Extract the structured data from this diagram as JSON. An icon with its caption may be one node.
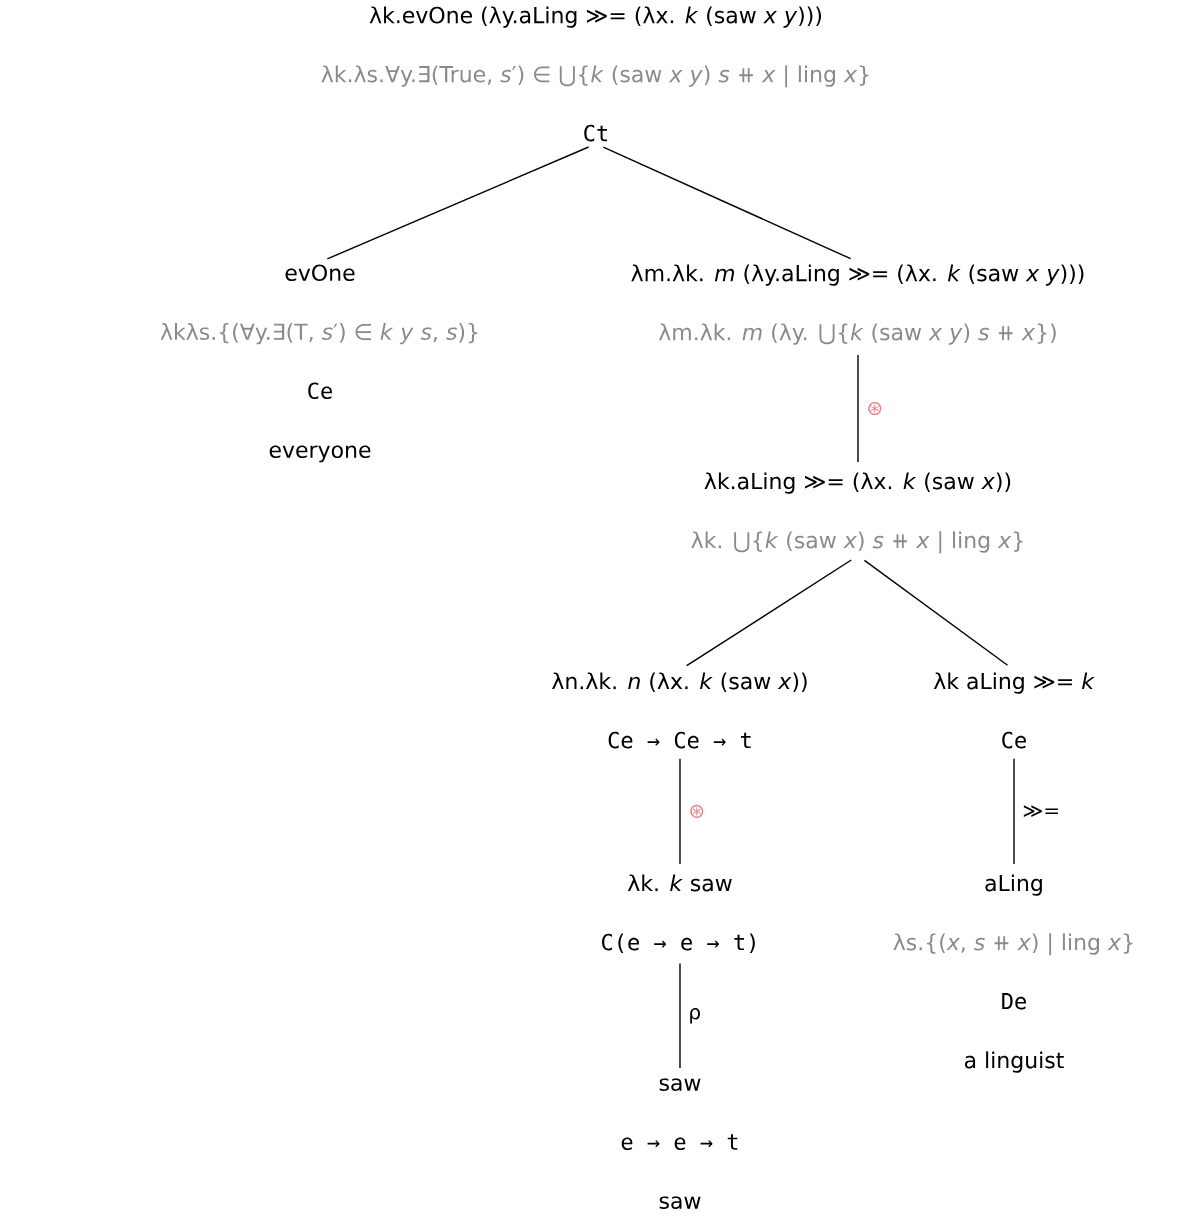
{
  "diagram": {
    "nodes": [
      {
        "text": [
          "λk.evOne (λy.aLing ≫= (λx. *k* (saw *x* *y*)))",
          "λk.λs.∀y.∃(True, *s*′) ∈ ⋃{*k* (saw *x* *y*) *s* ⧺ *x* | ling *x*}",
          "Ct"
        ]
      },
      {
        "text": [
          "evOne",
          "λkλs.{(∀y.∃(T, *s*′) ∈ *k* *y* *s*, *s*)}",
          "Ce",
          "everyone"
        ]
      },
      {
        "text": [
          "λm.λk. *m* (λy.aLing ≫= (λx. *k* (saw *x* *y*)))",
          "λm.λk. *m* (λy. ⋃{*k* (saw *x* *y*) *s* ⧺ *x*})"
        ]
      },
      {
        "text": [
          "λk.aLing ≫= (λx. *k* (saw *x*))",
          "λk. ⋃{*k* (saw *x*) *s* ⧺ *x* | ling *x*}"
        ]
      },
      {
        "text": [
          "λn.λk. *n* (λx. *k* (saw *x*))",
          "Ce → Ce → t"
        ]
      },
      {
        "text": [
          "λk aLing ≫= *k*",
          "Ce"
        ]
      },
      {
        "text": [
          "λk. *k* saw",
          "C(e → e → t)"
        ]
      },
      {
        "text": [
          "aLing",
          "λs.{(*x*, *s* ⧺ *x*) | ling *x*}",
          "De",
          "a linguist"
        ]
      },
      {
        "text": [
          "saw",
          "e → e → t",
          "saw"
        ]
      }
    ],
    "edges": [
      {
        "from": 0,
        "to": 1,
        "arrow": "none"
      },
      {
        "from": 0,
        "to": 2,
        "arrow": "none"
      },
      {
        "from": 2,
        "to": 3,
        "arrow": "none",
        "label": "⊛"
      },
      {
        "from": 3,
        "to": 4,
        "arrow": "none"
      },
      {
        "from": 3,
        "to": 5,
        "arrow": "none"
      },
      {
        "from": 4,
        "to": 6,
        "arrow": "none",
        "label": "⊛"
      },
      {
        "from": 5,
        "to": 7,
        "arrow": "none",
        "label": "≫="
      },
      {
        "from": 6,
        "to": 8,
        "arrow": "none",
        "label": "ρ"
      }
    ]
  }
}
